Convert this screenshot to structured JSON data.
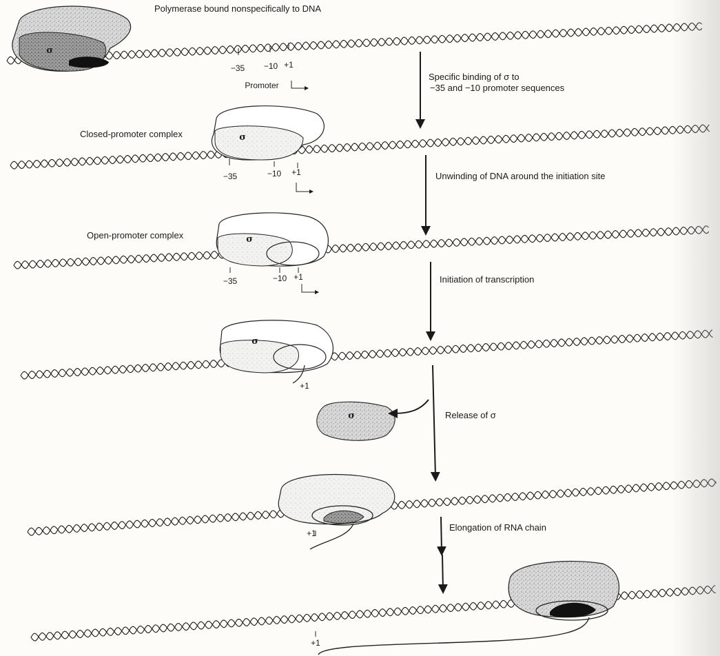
{
  "headings": {
    "stage1": "Polymerase bound nonspecifically to DNA",
    "stage2": "Closed-promoter complex",
    "stage3": "Open-promoter complex"
  },
  "sigma": "σ",
  "ticks": {
    "m35": "−35",
    "m10": "−10",
    "p1": "+1",
    "promoter": "Promoter"
  },
  "steps": {
    "s1_line1": "Specific binding of σ to",
    "s1_line2": "−35 and −10 promoter sequences",
    "s2": "Unwinding of DNA around the initiation site",
    "s3": "Initiation of transcription",
    "s4": "Release of σ",
    "s5": "Elongation of RNA chain"
  },
  "colors": {
    "ink": "#1a1a1a",
    "stipple_light": "#cfcfcf",
    "stipple_dark": "#8a8a8a",
    "black_core": "#111111",
    "paper": "#fdfcf8"
  }
}
